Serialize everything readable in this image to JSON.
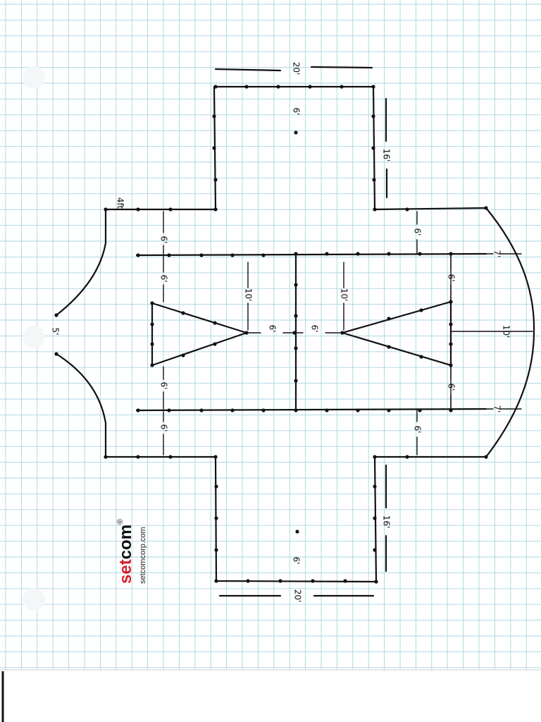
{
  "brand": {
    "name_part1": "set",
    "name_part2": "com",
    "registered": "®",
    "url": "setcomcorp.com",
    "accent_color": "#d2232a"
  },
  "dimensions": {
    "top_wing_width": "20'",
    "top_wing_center": "6'",
    "top_wing_side": "16'",
    "bottom_wing_width": "20'",
    "bottom_wing_center": "6'",
    "bottom_wing_side": "16'",
    "left_feet": "4ft",
    "left_curve_offset": "5'",
    "left_upper": "6'",
    "left_lower": "6'",
    "left_tri_upper": "6'",
    "left_tri_lower": "6'",
    "left_tri_height": "10'",
    "center_gap": "6'",
    "center_mid": "6'",
    "right_tri_height": "10'",
    "right_tri_upper": "6'",
    "right_tri_lower": "6'",
    "right_upper": "6'",
    "right_lower": "6'",
    "right_top_end": "7'",
    "right_bottom_end": "7'",
    "right_curve": "10'"
  },
  "colors": {
    "grid_line": "#a9d4e0",
    "ink": "#111111",
    "paper": "#ffffff"
  }
}
